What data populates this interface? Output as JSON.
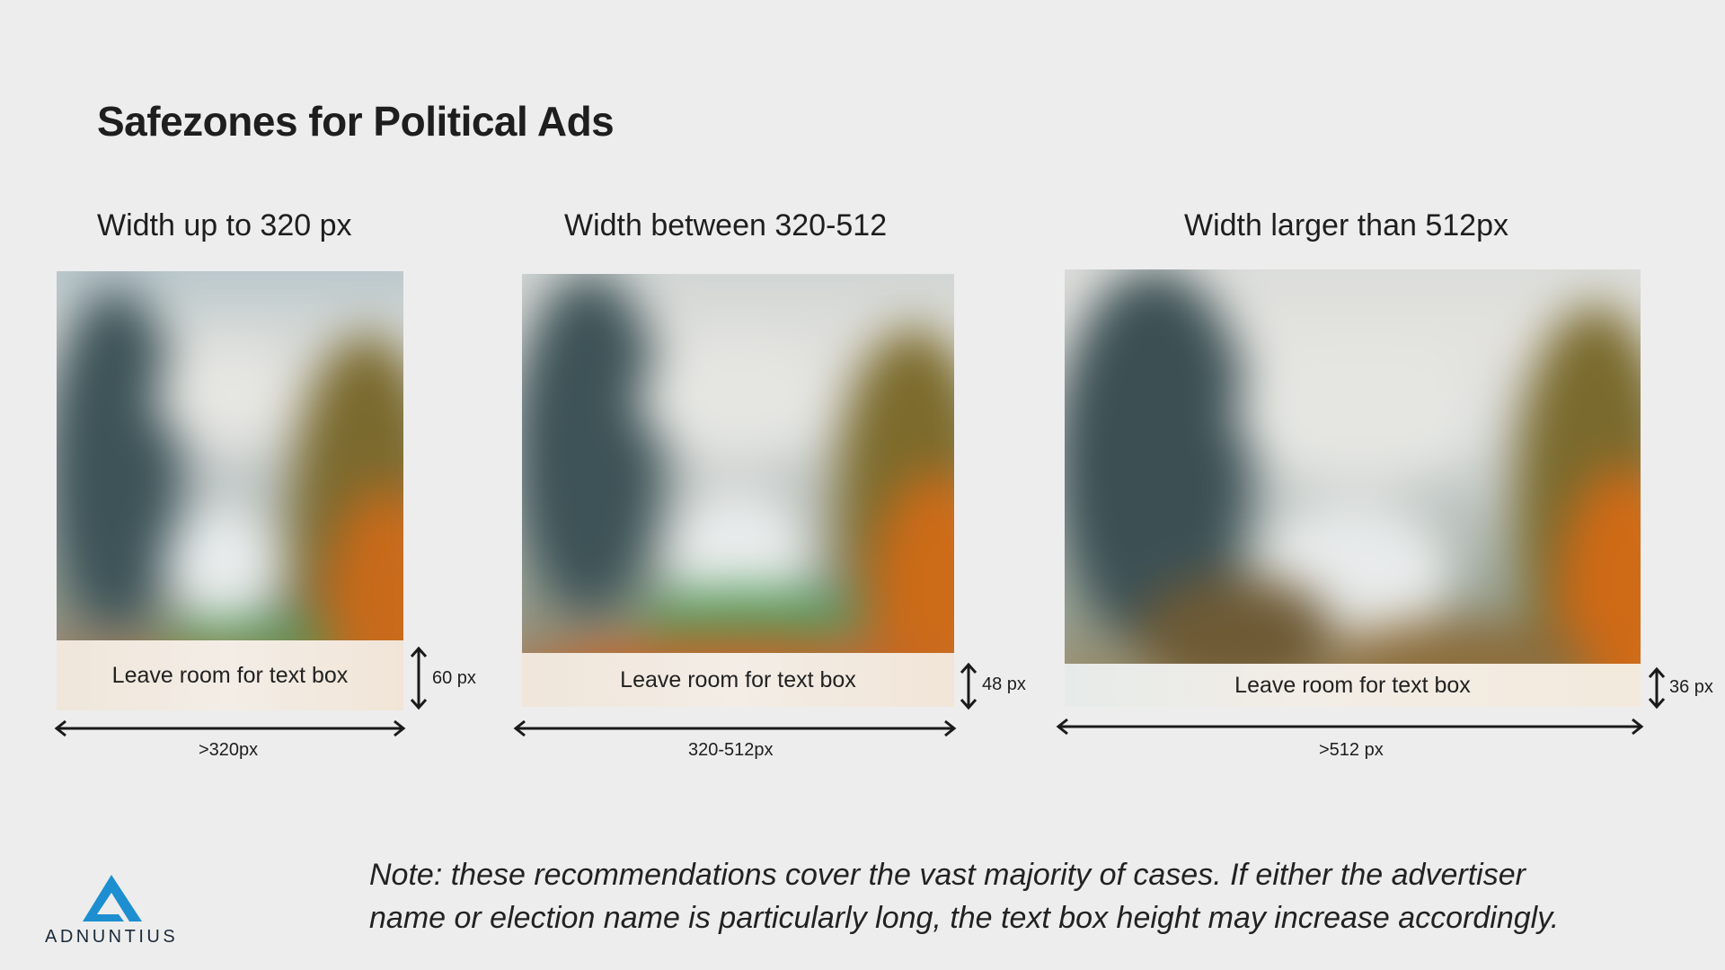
{
  "title": "Safezones for Political Ads",
  "columns": [
    {
      "heading": "Width up to 320 px",
      "textbox_label": "Leave room for text box",
      "textbox_height_label": "60 px",
      "width_label": ">320px"
    },
    {
      "heading": "Width between 320-512",
      "textbox_label": "Leave room for text box",
      "textbox_height_label": "48 px",
      "width_label": "320-512px"
    },
    {
      "heading": "Width larger than 512px",
      "textbox_label": "Leave room for text box",
      "textbox_height_label": "36 px",
      "width_label": ">512 px"
    }
  ],
  "note": "Note: these recommendations cover the vast majority of cases. If either the advertiser name or election name is particularly long, the text box height may increase accordingly.",
  "logo": {
    "text": "ADNUNTIUS",
    "icon": "adnuntius-logo-icon",
    "color": "#1d8fd0"
  },
  "colors": {
    "background": "#ededed",
    "textbox": "#f2ebe2",
    "arrow": "#1a1a1a"
  }
}
